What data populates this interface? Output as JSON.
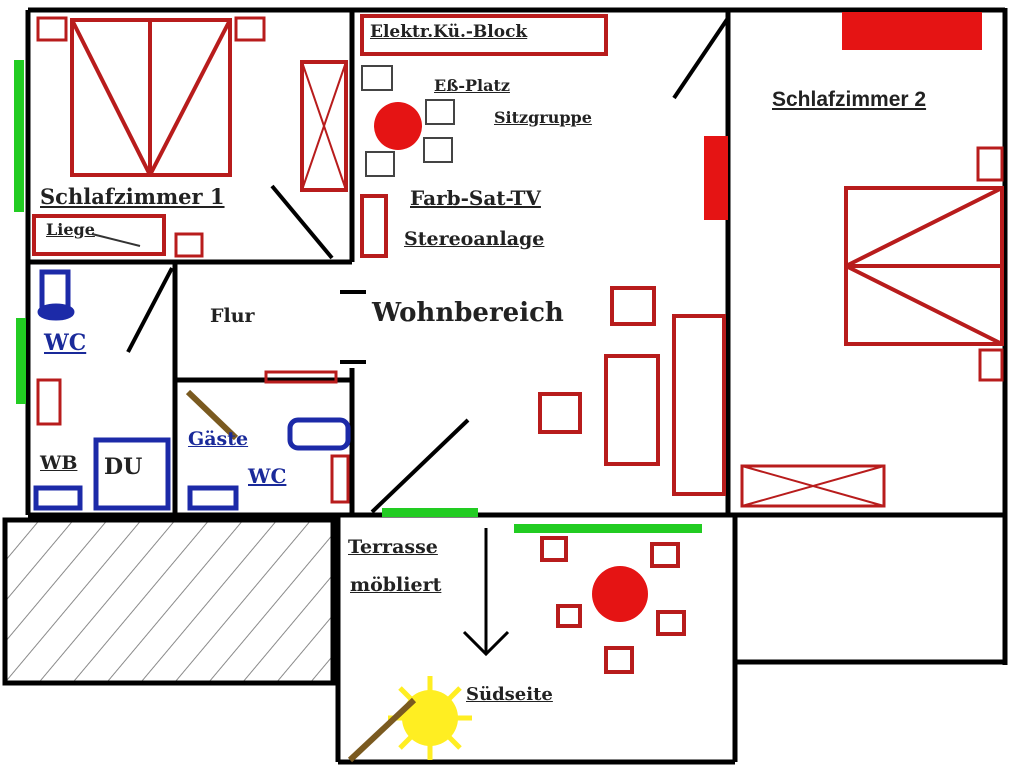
{
  "plan": {
    "colors": {
      "wall": "#000000",
      "furniture": "#b81c1c",
      "red_fill": "#e51414",
      "sanitary": "#1c2aa8",
      "window": "#22cc22",
      "sun": "#ffee22",
      "hatch": "#7a7a7a",
      "wood": "#7a5a20"
    },
    "rooms": {
      "bedroom1": "Schlafzimmer 1",
      "couch": "Liege",
      "kitchen": "Elektr.Kü.-Block",
      "dining": "Eß-Platz",
      "seating": "Sitzgruppe",
      "tv": "Farb-Sat-TV",
      "stereo": "Stereoanlage",
      "bedroom2": "Schlafzimmer 2",
      "hall": "Flur",
      "living": "Wohnbereich",
      "wc": "WC",
      "washbasin": "WB",
      "shower": "DU",
      "guest": "Gäste",
      "guest_wc": "WC",
      "terrace": "Terrasse",
      "terrace_note": "möbliert",
      "south": "Südseite"
    }
  }
}
